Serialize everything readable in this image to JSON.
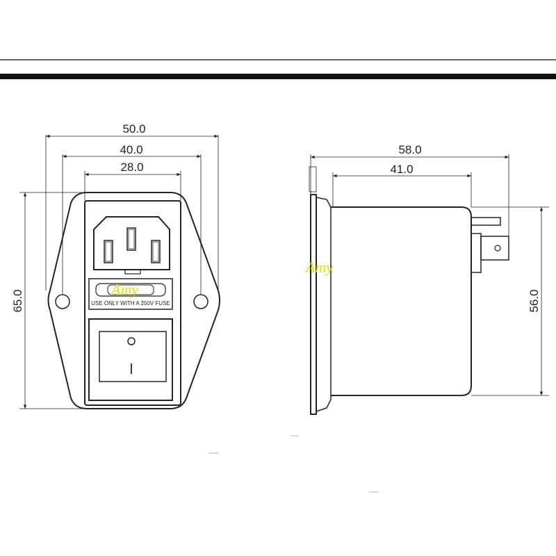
{
  "dimensions": {
    "front_overall_width": "50.0",
    "front_hole_spacing": "40.0",
    "front_body_width": "28.0",
    "front_height": "65.0",
    "side_overall_depth": "58.0",
    "side_body_depth": "41.0",
    "side_height": "56.0"
  },
  "fuse_label": "USE ONLY WITH A 250V FUSE",
  "watermark": "Amy",
  "colors": {
    "line": "#222222",
    "watermark": "#e4e000",
    "background": "#ffffff"
  }
}
